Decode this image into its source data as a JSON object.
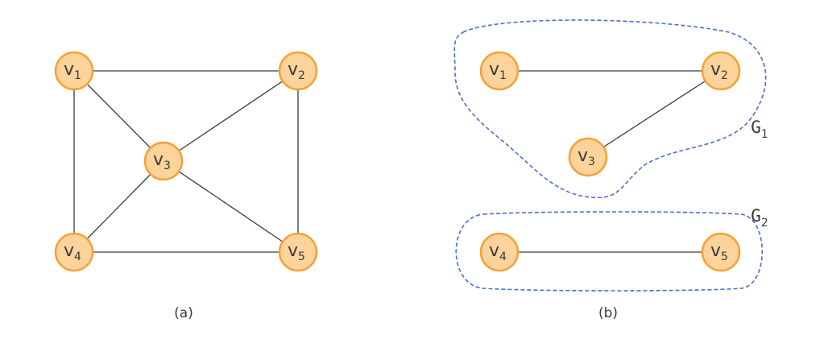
{
  "panels": [
    {
      "id": "a",
      "caption": "(a)",
      "nodes": [
        {
          "id": "v1",
          "letter": "v",
          "index": "1"
        },
        {
          "id": "v2",
          "letter": "v",
          "index": "2"
        },
        {
          "id": "v3",
          "letter": "v",
          "index": "3"
        },
        {
          "id": "v4",
          "letter": "v",
          "index": "4"
        },
        {
          "id": "v5",
          "letter": "v",
          "index": "5"
        }
      ],
      "edges": [
        [
          "v1",
          "v2"
        ],
        [
          "v1",
          "v3"
        ],
        [
          "v1",
          "v4"
        ],
        [
          "v2",
          "v3"
        ],
        [
          "v2",
          "v5"
        ],
        [
          "v3",
          "v4"
        ],
        [
          "v3",
          "v5"
        ],
        [
          "v4",
          "v5"
        ]
      ]
    },
    {
      "id": "b",
      "caption": "(b)",
      "nodes": [
        {
          "id": "v1",
          "letter": "v",
          "index": "1"
        },
        {
          "id": "v2",
          "letter": "v",
          "index": "2"
        },
        {
          "id": "v3",
          "letter": "v",
          "index": "3"
        },
        {
          "id": "v4",
          "letter": "v",
          "index": "4"
        },
        {
          "id": "v5",
          "letter": "v",
          "index": "5"
        }
      ],
      "edges": [
        [
          "v1",
          "v2"
        ],
        [
          "v2",
          "v3"
        ],
        [
          "v4",
          "v5"
        ]
      ],
      "groups": [
        {
          "id": "G1",
          "letter": "G",
          "index": "1",
          "members": [
            "v1",
            "v2",
            "v3"
          ]
        },
        {
          "id": "G2",
          "letter": "G",
          "index": "2",
          "members": [
            "v4",
            "v5"
          ]
        }
      ]
    }
  ],
  "colors": {
    "node_fill": "#fcd39a",
    "node_stroke": "#f2a23a",
    "edge": "#3a3a3a",
    "group_outline": "#4a6fc8",
    "text": "#3a3a3a"
  }
}
